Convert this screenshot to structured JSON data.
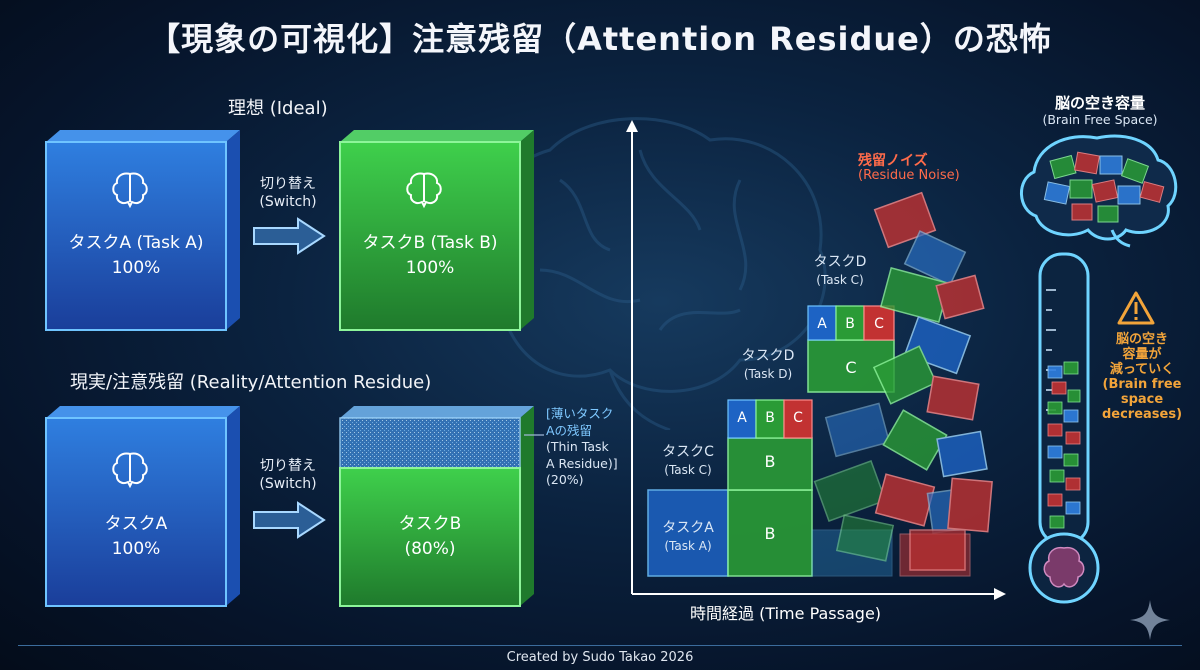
{
  "title": "【現象の可視化】注意残留（Attention Residue）の恐怖",
  "ideal": {
    "heading": "理想 (Ideal)",
    "task_a_label": "タスクA (Task A)",
    "task_a_pct": "100%",
    "switch_label": "切り替え",
    "switch_label_en": "(Switch)",
    "task_b_label": "タスクB (Task B)",
    "task_b_pct": "100%"
  },
  "reality": {
    "heading": "現実/注意残留 (Reality/Attention Residue)",
    "task_a_label": "タスクA",
    "task_a_pct": "100%",
    "switch_label": "切り替え",
    "switch_label_en": "(Switch)",
    "task_b_label": "タスクB",
    "task_b_pct": "(80%)",
    "residue_note": [
      "[薄いタスク",
      "Aの残留",
      "(Thin Task",
      "A Residue)]",
      "(20%)"
    ]
  },
  "chart": {
    "x_axis_label": "時間経過 (Time Passage)",
    "residue_noise": "残留ノイズ",
    "residue_noise_en": "(Residue Noise)",
    "stack_task_a": "タスクA",
    "stack_task_a_en": "(Task A)",
    "stack_task_c": "タスクC",
    "stack_task_c_en": "(Task C)",
    "stack_task_d1": "タスクD",
    "stack_task_d1_en": "(Task D)",
    "stack_task_d2": "タスクD",
    "stack_task_d2_en": "(Task C)",
    "block_b1": "B",
    "block_b2": "B",
    "block_c": "C",
    "mini_a": "A",
    "mini_b": "B",
    "mini_c": "C"
  },
  "brain_meter": {
    "heading": "脳の空き容量",
    "heading_en": "(Brain Free Space)",
    "warning_lines": [
      "脳の空き",
      "容量が",
      "減っていく",
      "(Brain free",
      "space",
      "decreases)"
    ]
  },
  "footer": "Created by Sudo Takao 2026",
  "colors": {
    "blue": "#2f7fe0",
    "green": "#3fbf4a",
    "red": "#d93a3a",
    "warning": "#f2a43a",
    "residue_text": "#ff6b4a"
  }
}
